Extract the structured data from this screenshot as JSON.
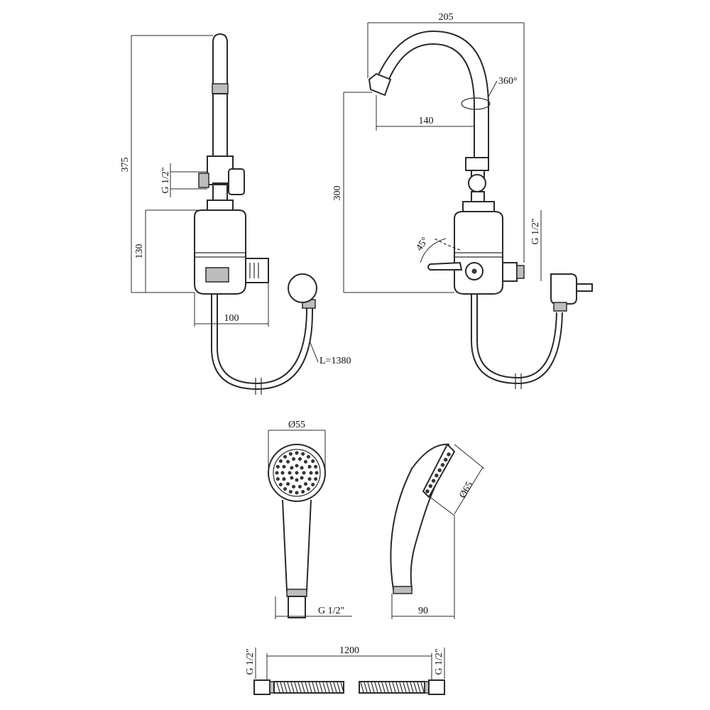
{
  "colors": {
    "line": "#2a2a2a",
    "paper": "#ffffff",
    "shade": "#bdbdbd"
  },
  "side_view": {
    "height_total": "375",
    "thread": "G 1/2\"",
    "body_height": "130",
    "body_depth": "100",
    "cable_length": "L=1380"
  },
  "front_view": {
    "width_total": "205",
    "rotation": "360°",
    "spout_reach": "140",
    "spout_height": "300",
    "lever_angle": "45°",
    "thread": "G 1/2\""
  },
  "shower_head": {
    "diameter_front": "Ø55",
    "thread": "G 1/2\"",
    "diameter_side": "Ø65",
    "depth": "90"
  },
  "hose": {
    "length": "1200",
    "thread_left": "G 1/2\"",
    "thread_right": "G 1/2\""
  }
}
